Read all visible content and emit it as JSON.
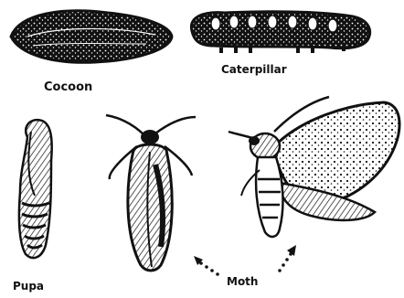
{
  "labels": {
    "cocoon": "Cocoon",
    "caterpillar": "Caterpillar",
    "pupa": "Pupa",
    "moth": "Moth"
  },
  "colors": {
    "ink": "#111111",
    "paper": "#ffffff"
  }
}
